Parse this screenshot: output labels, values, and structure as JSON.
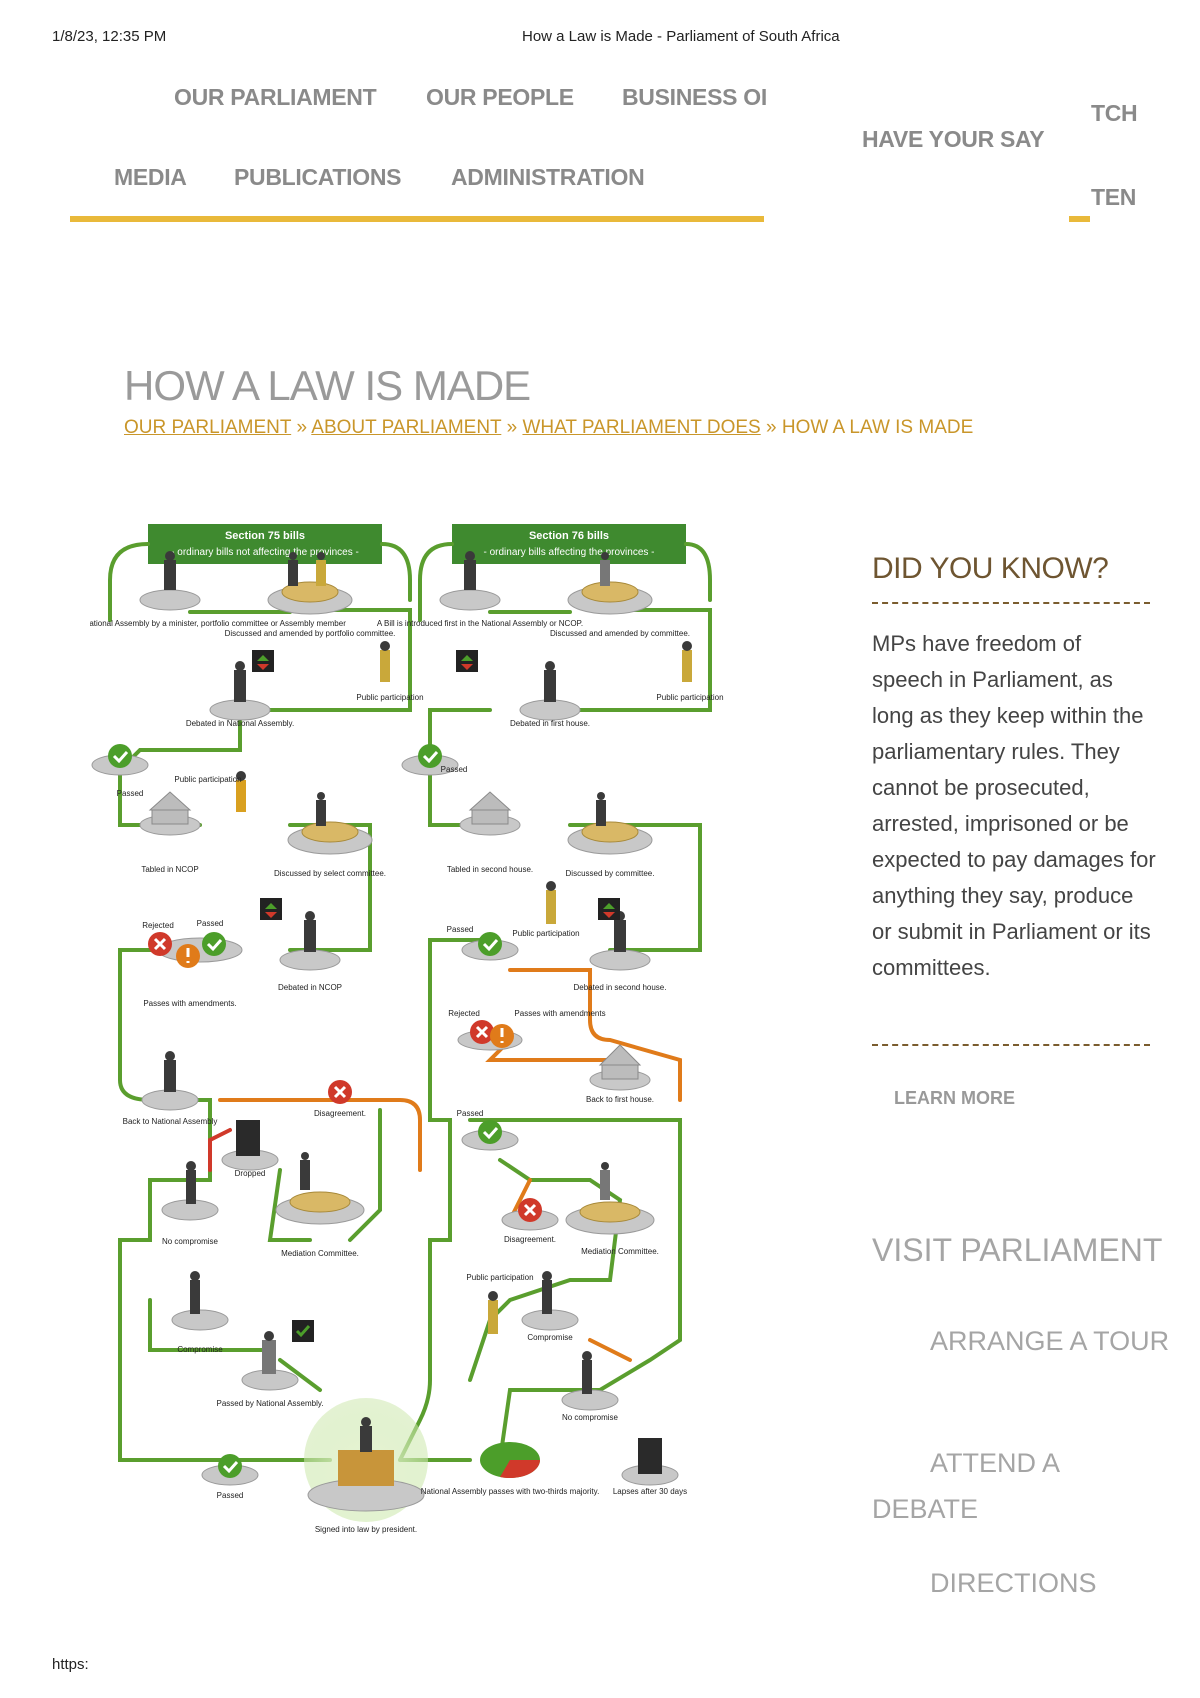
{
  "print_header": {
    "date": "1/8/23, 12:35 PM",
    "title": "How a Law is Made - Parliament of South Africa"
  },
  "print_footer": {
    "url": "https:"
  },
  "nav": {
    "our_parliament": "OUR PARLIAMENT",
    "our_people": "OUR PEOPLE",
    "business": "BUSINESS OI",
    "have_your_say": "HAVE YOUR SAY",
    "watch": "TCH",
    "listen": "TEN",
    "media": "MEDIA",
    "publications": "PUBLICATIONS",
    "administration": "ADMINISTRATION"
  },
  "page": {
    "title": "HOW A LAW IS MADE",
    "breadcrumb": {
      "crumb1": "OUR PARLIAMENT",
      "crumb2": "ABOUT PARLIAMENT",
      "crumb3": "WHAT PARLIAMENT DOES",
      "current": "HOW A LAW IS MADE",
      "separator": "»"
    }
  },
  "diagram": {
    "left_header_title": "Section 75 bills",
    "left_header_sub": "- ordinary bills not affecting the provinces -",
    "right_header_title": "Section 76 bills",
    "right_header_sub": "- ordinary bills affecting the provinces -",
    "left_labels": {
      "introduced": "A Bill is introduced in the National Assembly by a minister, portfolio committee or Assembly member",
      "discussed": "Discussed and amended by portfolio committee.",
      "public1": "Public participation",
      "debated_na": "Debated in National Assembly.",
      "public2": "Public participation",
      "passed1": "Passed",
      "tabled_ncop": "Tabled in NCOP",
      "discussed_select": "Discussed by select committee.",
      "rejected": "Rejected",
      "passed2": "Passed",
      "passes_amend": "Passes with amendments.",
      "debated_ncop": "Debated in NCOP",
      "back_na": "Back to National Assembly",
      "disagreement": "Disagreement.",
      "dropped": "Dropped",
      "no_compromise": "No compromise",
      "mediation": "Mediation Committee.",
      "compromise": "Compromise",
      "passed_na": "Passed by National Assembly.",
      "passed3": "Passed"
    },
    "right_labels": {
      "introduced": "A Bill is introduced first in the National Assembly or NCOP.",
      "discussed": "Discussed and amended by committee.",
      "public1": "Public participation",
      "debated_first": "Debated in first house.",
      "passed1": "Passed",
      "tabled_second": "Tabled in second house.",
      "discussed_comm": "Discussed by committee.",
      "public2": "Public participation",
      "passed2": "Passed",
      "debated_second": "Debated in second house.",
      "rejected": "Rejected",
      "passes_amend": "Passes with amendments",
      "back_first": "Back to first house.",
      "passed3": "Passed",
      "disagreement": "Disagreement.",
      "mediation": "Mediation Committee.",
      "public3": "Public participation",
      "compromise": "Compromise",
      "no_compromise": "No compromise",
      "na_passes": "National Assembly passes with two-thirds majority.",
      "lapses": "Lapses after 30 days"
    },
    "center": {
      "signed": "Signed into law by president."
    },
    "colors": {
      "green": "#5a9e2e",
      "orange": "#e07b1a",
      "red": "#d0392a",
      "header": "#3f8a2f"
    }
  },
  "sidebar": {
    "dyk_title": "DID YOU KNOW?",
    "dyk_body": "MPs have freedom of speech in Parliament, as long as they keep within the parliamentary rules. They cannot be prosecuted, arrested, imprisoned or be expected to pay damages for anything they say, produce or submit in Parliament or its committees.",
    "learn_more": "LEARN MORE",
    "visit_title": "VISIT PARLIAMENT",
    "arrange_tour": "ARRANGE A TOUR",
    "attend_debate": "ATTEND A DEBATE",
    "directions": "DIRECTIONS"
  }
}
